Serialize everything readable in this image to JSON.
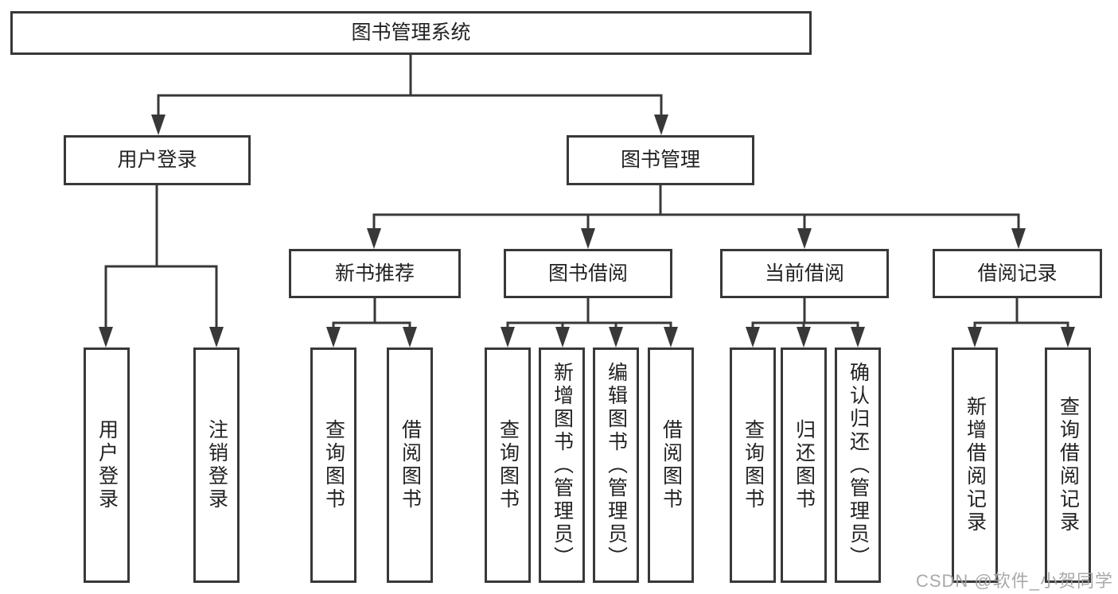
{
  "diagram": {
    "type": "hierarchy-tree",
    "tree": {
      "label": "图书管理系统",
      "children": [
        {
          "label": "用户登录",
          "children": [
            {
              "label": "用户登录"
            },
            {
              "label": "注销登录"
            }
          ]
        },
        {
          "label": "图书管理",
          "children": [
            {
              "label": "新书推荐",
              "children": [
                {
                  "label": "查询图书"
                },
                {
                  "label": "借阅图书"
                }
              ]
            },
            {
              "label": "图书借阅",
              "children": [
                {
                  "label": "查询图书"
                },
                {
                  "label": "新增图书（管理员）"
                },
                {
                  "label": "编辑图书（管理员）"
                },
                {
                  "label": "借阅图书"
                }
              ]
            },
            {
              "label": "当前借阅",
              "children": [
                {
                  "label": "查询图书"
                },
                {
                  "label": "归还图书"
                },
                {
                  "label": "确认归还（管理员）"
                }
              ]
            },
            {
              "label": "借阅记录",
              "children": [
                {
                  "label": "新增借阅记录"
                },
                {
                  "label": "查询借阅记录"
                }
              ]
            }
          ]
        }
      ]
    },
    "colors": {
      "line": "#383838",
      "box_border": "#383838",
      "text": "#222222",
      "background": "#ffffff",
      "watermark": "#a2a2a2"
    }
  },
  "watermark": {
    "text": "CSDN @软件_小贺同学"
  }
}
